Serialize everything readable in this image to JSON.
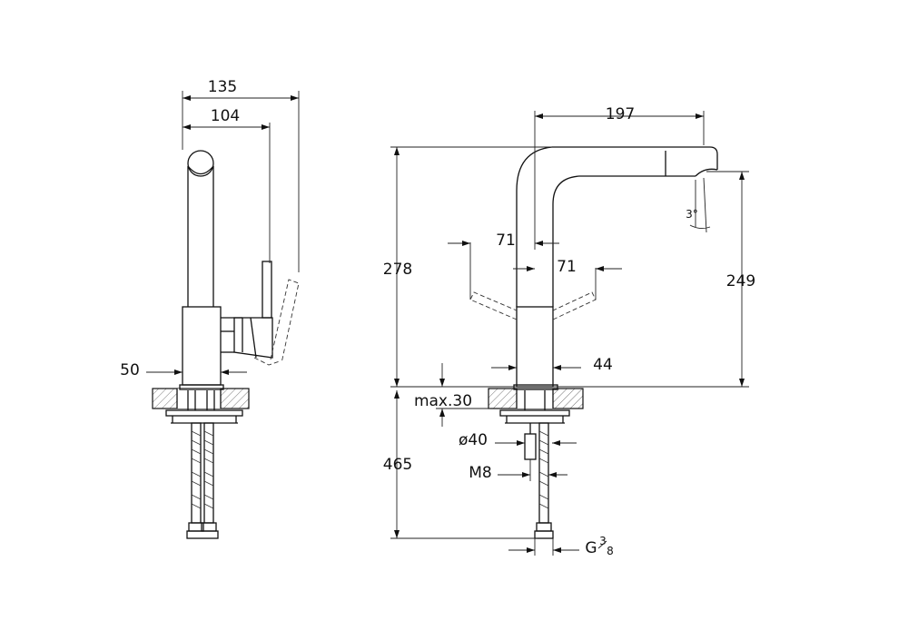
{
  "dimensions": {
    "side_width_total": "135",
    "side_width_lever": "104",
    "base_diameter_side": "50",
    "spout_reach": "197",
    "total_height": "278",
    "spout_height": "249",
    "lever_swing_left": "71",
    "lever_swing_right": "71",
    "body_diameter": "44",
    "max_counter_thickness": "max.30",
    "hole_diameter": "ø40",
    "thread": "M8",
    "hose_length": "465",
    "spout_angle": "3°",
    "connection": "G",
    "connection_num": "3",
    "connection_den": "8"
  }
}
